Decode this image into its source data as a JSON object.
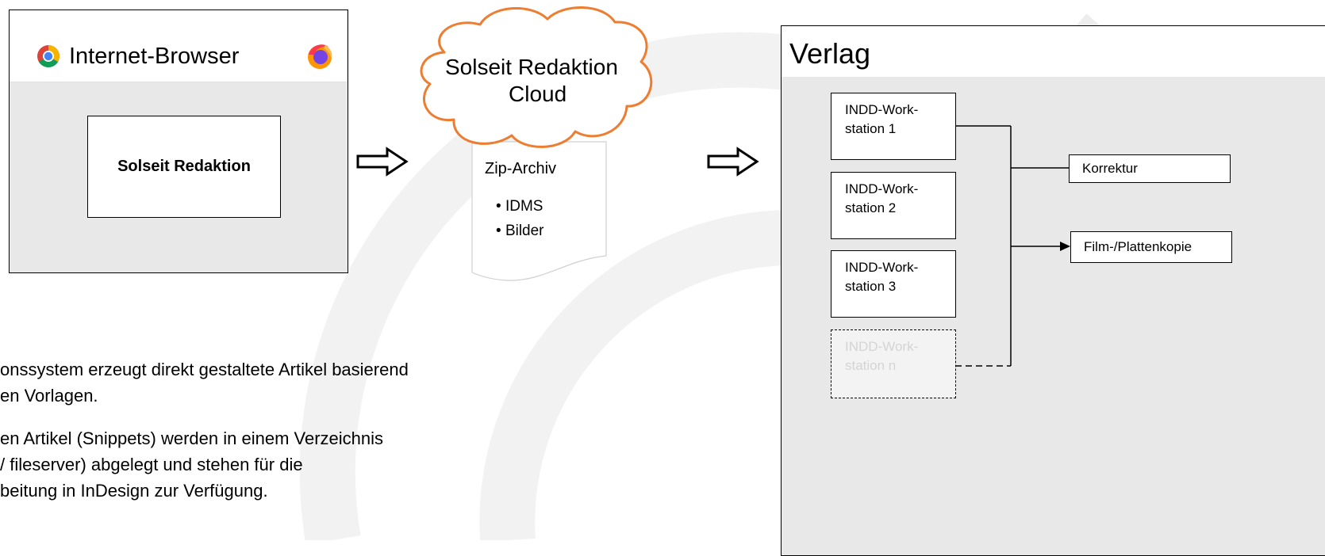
{
  "browser_panel": {
    "title": "Internet-Browser",
    "icons": [
      "chrome-icon",
      "firefox-icon"
    ],
    "inner_label": "Solseit Redaktion"
  },
  "cloud": {
    "label_line1": "Solseit Redaktion",
    "label_line2": "Cloud",
    "color": "#ed7d31"
  },
  "archive": {
    "title": "Zip-Archiv",
    "items": [
      "IDMS",
      "Bilder"
    ]
  },
  "publisher": {
    "title": "Verlag",
    "workstations": [
      {
        "line1": "INDD-Work-",
        "line2": "station 1"
      },
      {
        "line1": "INDD-Work-",
        "line2": "station 2"
      },
      {
        "line1": "INDD-Work-",
        "line2": "station 3"
      },
      {
        "line1": "INDD-Work-",
        "line2": "station n"
      }
    ],
    "outputs": [
      "Korrektur",
      "Film-/Plattenkopie"
    ]
  },
  "notes": [
    [
      "onssystem erzeugt direkt gestaltete Artikel basierend",
      "en Vorlagen."
    ],
    [
      "en Artikel (Snippets) werden in einem Verzeichnis",
      "/ fileserver) abgelegt und stehen für die",
      "beitung in InDesign zur Verfügung."
    ]
  ]
}
